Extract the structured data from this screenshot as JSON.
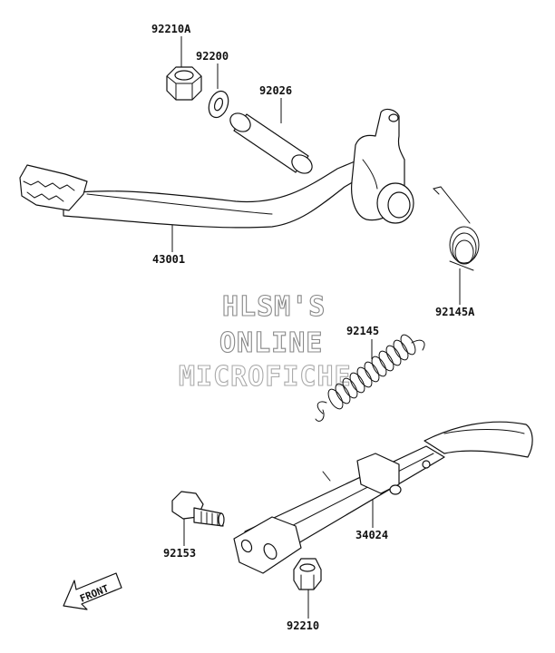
{
  "parts": {
    "p92210A": "92210A",
    "p92200": "92200",
    "p92026": "92026",
    "p43001": "43001",
    "p92145A": "92145A",
    "p92145": "92145",
    "p34024": "34024",
    "p92153": "92153",
    "p92210": "92210"
  },
  "watermark": {
    "line1": "HLSM'S",
    "line2": "ONLINE",
    "line3": "MICROFICHE"
  },
  "orientation": {
    "front_label": "FRONT"
  }
}
